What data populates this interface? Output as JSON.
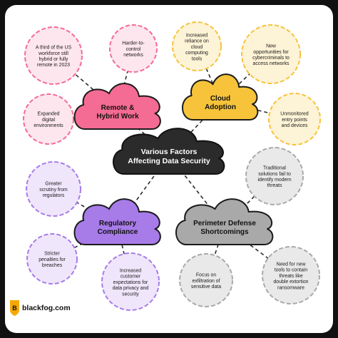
{
  "center": {
    "lines": [
      "Various Factors",
      "Affecting Data Security"
    ],
    "fill": "#2b2b2b",
    "text_color": "#ffffff"
  },
  "clusters": [
    {
      "id": "remote-hybrid-work",
      "lines": [
        "Remote &",
        "Hybrid Work"
      ],
      "color": "#f46b93",
      "bubble_fill": "#fde6ee",
      "items": [
        {
          "lines": [
            "A third of the US",
            "workforce still",
            "hybrid or fully",
            "remote in 2023"
          ]
        },
        {
          "lines": [
            "Harder-to-",
            "control",
            "networks"
          ]
        },
        {
          "lines": [
            "Expanded",
            "digital",
            "environments"
          ]
        }
      ]
    },
    {
      "id": "cloud-adoption",
      "lines": [
        "Cloud",
        "Adoption"
      ],
      "color": "#f6c33a",
      "bubble_fill": "#fdf3d6",
      "items": [
        {
          "lines": [
            "Increased",
            "reliance on",
            "cloud",
            "computing",
            "tools"
          ]
        },
        {
          "lines": [
            "New",
            "opportunities for",
            "cybercriminals to",
            "access networks"
          ]
        },
        {
          "lines": [
            "Unmonitored",
            "entry points",
            "and devices"
          ]
        }
      ]
    },
    {
      "id": "regulatory-compliance",
      "lines": [
        "Regulatory",
        "Compliance"
      ],
      "color": "#a77be8",
      "bubble_fill": "#efe6fb",
      "items": [
        {
          "lines": [
            "Greater",
            "scrutiny from",
            "regulators"
          ]
        },
        {
          "lines": [
            "Stricter",
            "penalties for",
            "breaches"
          ]
        },
        {
          "lines": [
            "Increased",
            "customer",
            "expectations for",
            "data privacy and",
            "security"
          ]
        }
      ]
    },
    {
      "id": "perimeter-defense-shortcomings",
      "lines": [
        "Perimeter Defense",
        "Shortcomings"
      ],
      "color": "#a9a9a9",
      "bubble_fill": "#e9e9e9",
      "items": [
        {
          "lines": [
            "Traditional",
            "solutions fail to",
            "identify modern",
            "threats"
          ]
        },
        {
          "lines": [
            "Focus on",
            "exfiltration of",
            "sensitive data"
          ]
        },
        {
          "lines": [
            "Need for new",
            "tools to contain",
            "threats like",
            "double extortion",
            "ransomware"
          ]
        }
      ]
    }
  ],
  "brand": {
    "text": "blackfog.com",
    "logo_color": "#f6a800"
  },
  "colors": {
    "frame": "#111111",
    "panel": "#ffffff",
    "connector": "#2b2b2b"
  }
}
